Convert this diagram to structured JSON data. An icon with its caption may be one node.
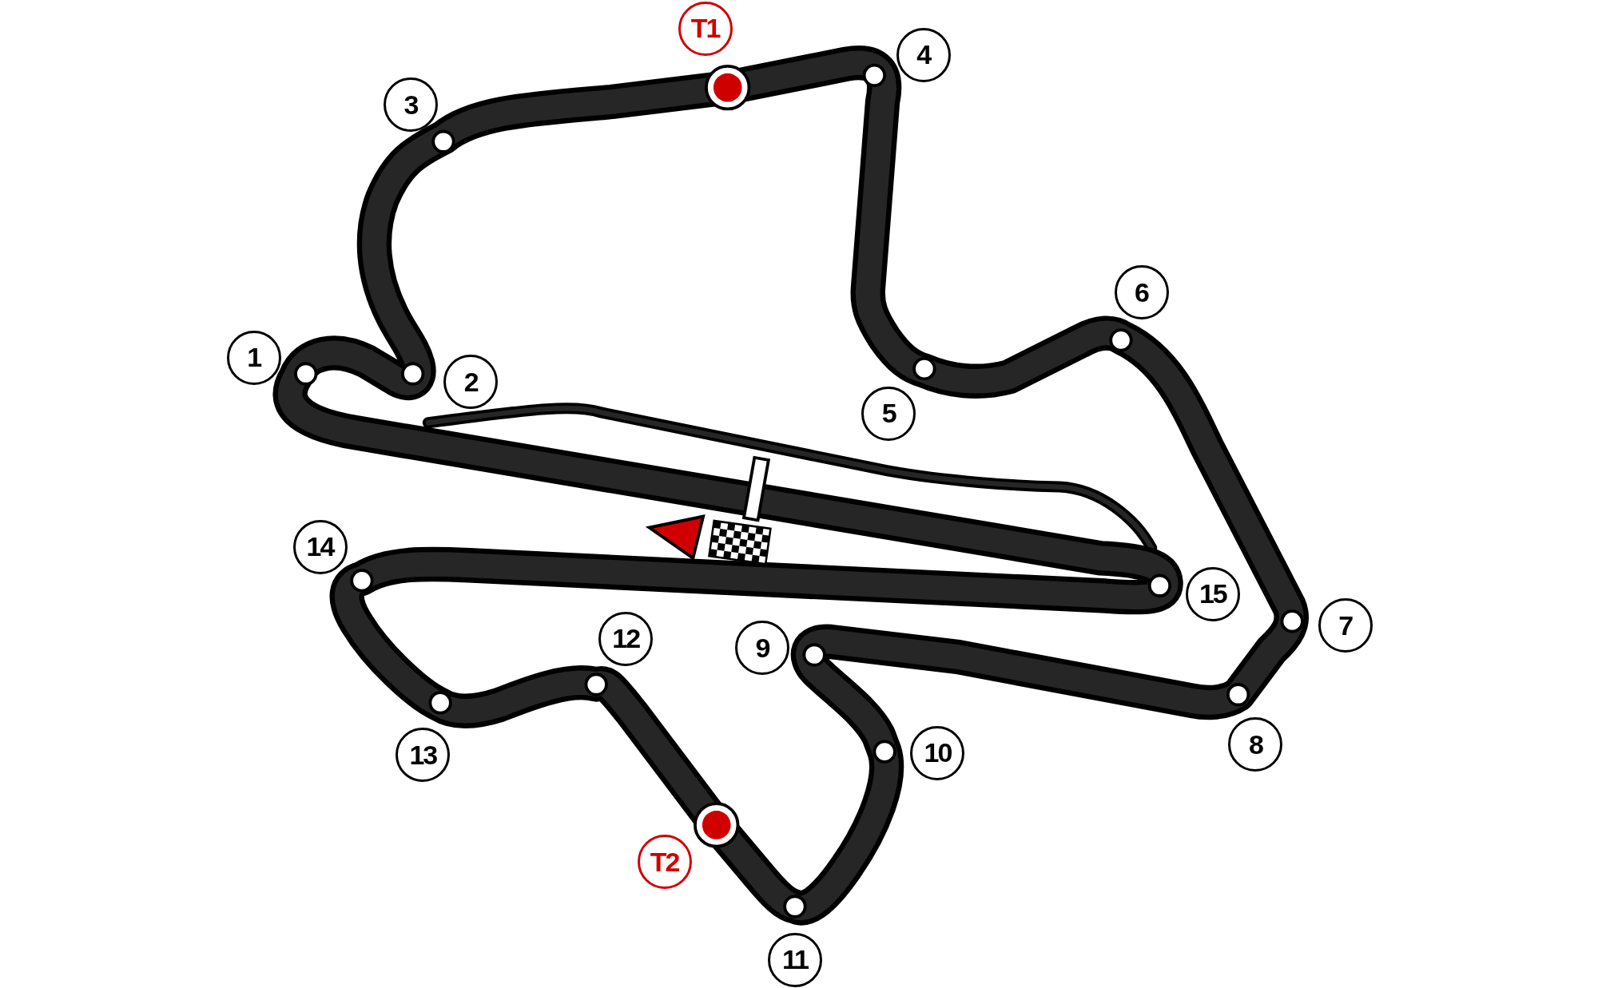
{
  "diagram": {
    "nodes": [
      {
        "text": [
          "T1"
        ]
      },
      {
        "text": [
          "4"
        ]
      },
      {
        "text": [
          "3"
        ]
      },
      {
        "text": [
          "6"
        ]
      },
      {
        "text": [
          "1"
        ]
      },
      {
        "text": [
          "2"
        ]
      },
      {
        "text": [
          "5"
        ]
      },
      {
        "text": [
          "14"
        ]
      },
      {
        "text": [
          "15"
        ]
      },
      {
        "text": [
          "7"
        ]
      },
      {
        "text": [
          "12"
        ]
      },
      {
        "text": [
          "9"
        ]
      },
      {
        "text": [
          "8"
        ]
      },
      {
        "text": [
          "10"
        ]
      },
      {
        "text": [
          "13"
        ]
      },
      {
        "text": [
          "T2"
        ]
      },
      {
        "text": [
          "11"
        ]
      }
    ]
  }
}
